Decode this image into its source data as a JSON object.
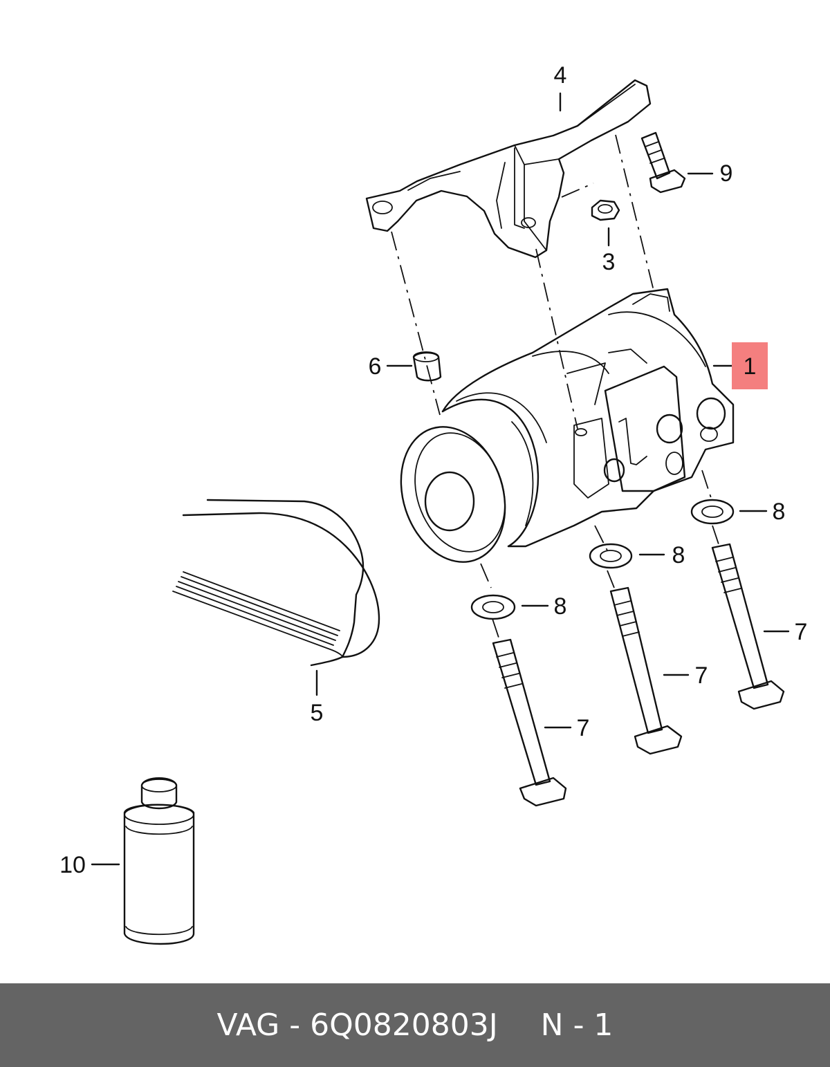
{
  "diagram": {
    "labels": {
      "l1": "1",
      "l3": "3",
      "l4": "4",
      "l5": "5",
      "l6": "6",
      "l7a": "7",
      "l7b": "7",
      "l7c": "7",
      "l8a": "8",
      "l8b": "8",
      "l8c": "8",
      "l9": "9",
      "l10": "10"
    },
    "highlight_color": "#f47f7f"
  },
  "footer": {
    "part": "VAG - 6Q0820803J",
    "position": "N - 1",
    "background": "#646464"
  }
}
